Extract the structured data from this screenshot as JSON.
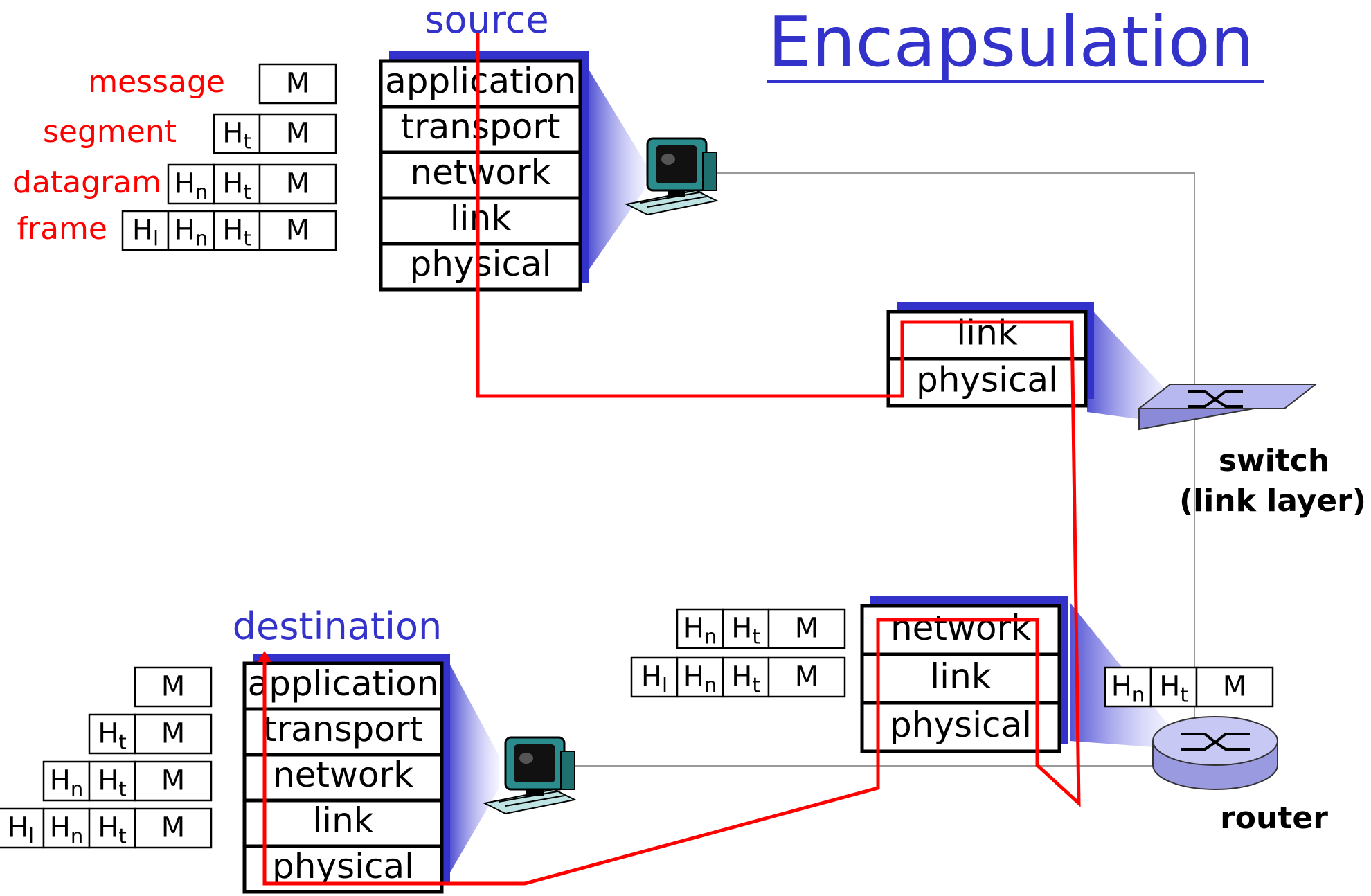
{
  "title": "Encapsulation",
  "labels": {
    "source": "source",
    "destination": "destination",
    "switch": "switch",
    "switch_sub": "(link layer)",
    "router": "router"
  },
  "pdu_legend": [
    {
      "name": "message",
      "fields": [
        "M"
      ]
    },
    {
      "name": "segment",
      "fields": [
        "Ht",
        "M"
      ]
    },
    {
      "name": "datagram",
      "fields": [
        "Hn",
        "Ht",
        "M"
      ]
    },
    {
      "name": "frame",
      "fields": [
        "Hl",
        "Hn",
        "Ht",
        "M"
      ]
    }
  ],
  "source_stack": [
    "application",
    "transport",
    "network",
    "link",
    "physical"
  ],
  "switch_stack": [
    "link",
    "physical"
  ],
  "router_stack": [
    "network",
    "link",
    "physical"
  ],
  "destination_stack": [
    "application",
    "transport",
    "network",
    "link",
    "physical"
  ],
  "packets": {
    "router_in_datagram": [
      "Hn",
      "Ht",
      "M"
    ],
    "router_in_frame": [
      "Hl",
      "Hn",
      "Ht",
      "M"
    ],
    "router_out_datagram": [
      "Hn",
      "Ht",
      "M"
    ],
    "destination": [
      [
        "M"
      ],
      [
        "Ht",
        "M"
      ],
      [
        "Hn",
        "Ht",
        "M"
      ],
      [
        "Hl",
        "Hn",
        "Ht",
        "M"
      ]
    ]
  },
  "colors": {
    "title": "#3333cc",
    "pdu_label": "#ff0000",
    "path": "#ff0000",
    "stack_shadow": "#3333cc",
    "link_line": "#999999"
  }
}
